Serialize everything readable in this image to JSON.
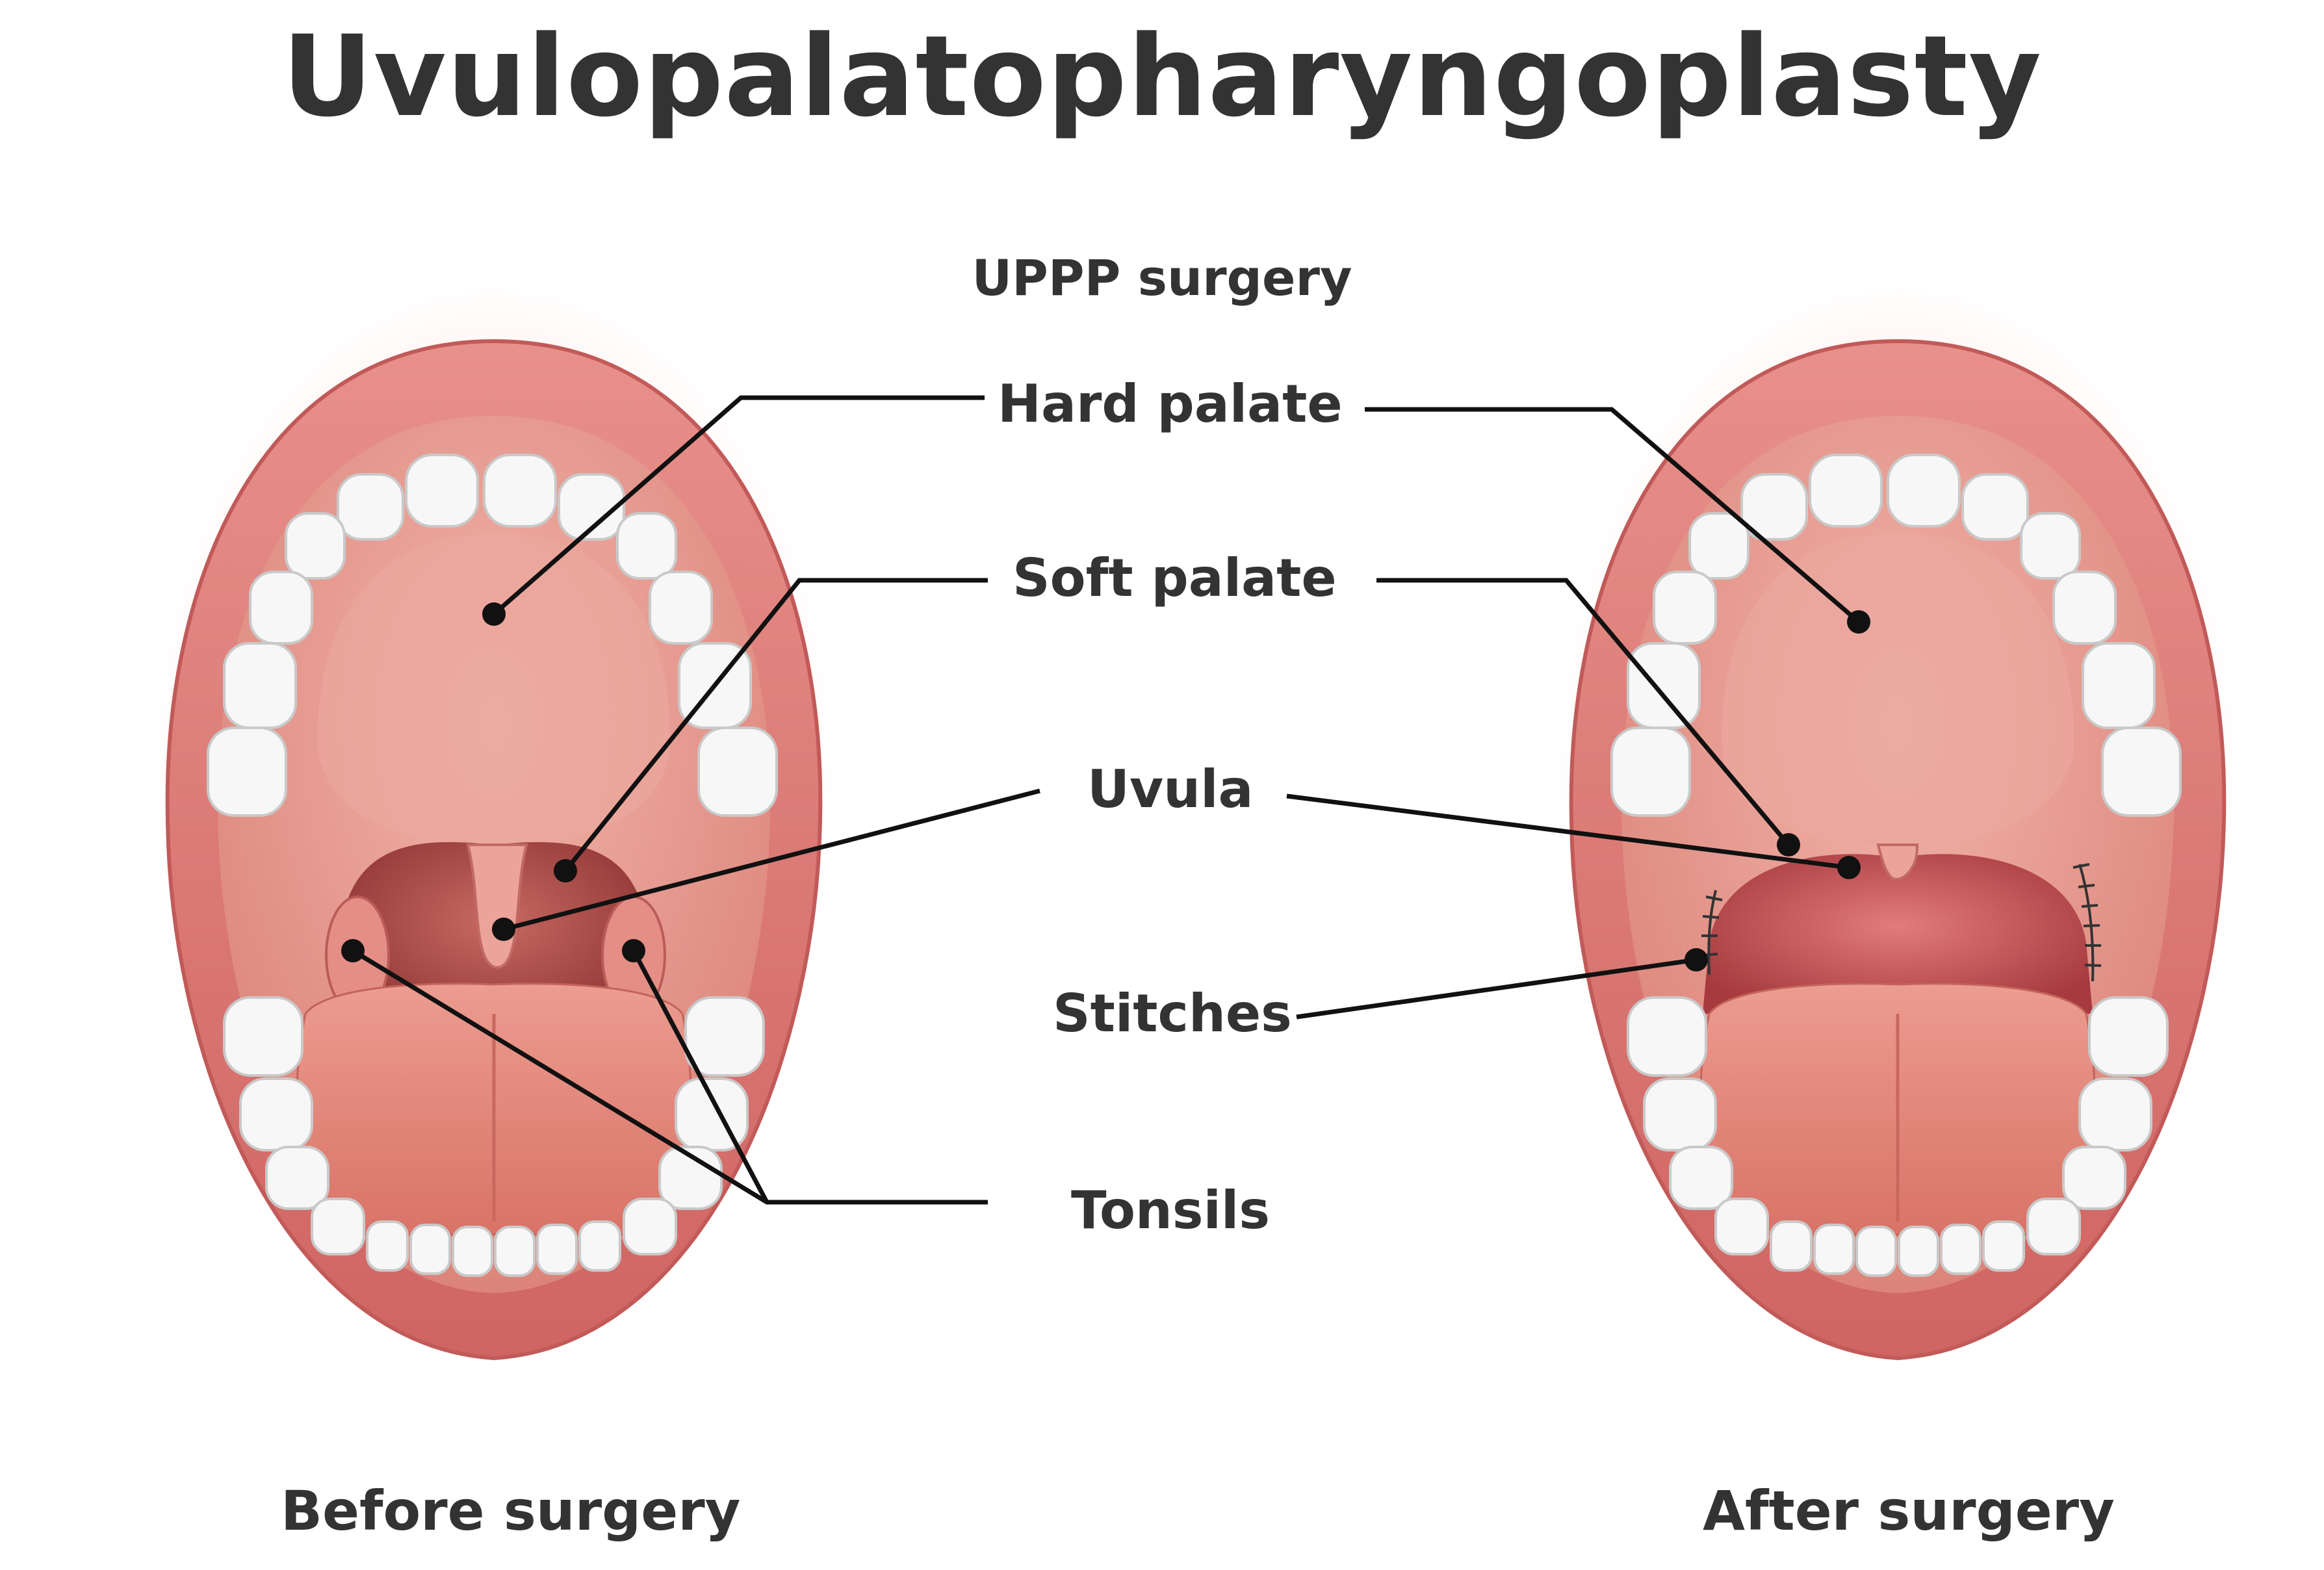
{
  "title": "Uvulopalatopharyngoplasty",
  "subtitle": "UPPP surgery",
  "labels": {
    "hard_palate": "Hard palate",
    "soft_palate": "Soft palate",
    "uvula": "Uvula",
    "stitches": "Stitches",
    "tonsils": "Tonsils"
  },
  "captions": {
    "before": "Before surgery",
    "after": "After surgery"
  },
  "colors": {
    "text": "#333333",
    "lip": "#d97272",
    "palate": "#e69a90",
    "throat": "#b24a48",
    "tongue": "#e2867a",
    "teeth": "#f6f6f6",
    "glow": "#f7b3a8",
    "leader": "#111111"
  }
}
